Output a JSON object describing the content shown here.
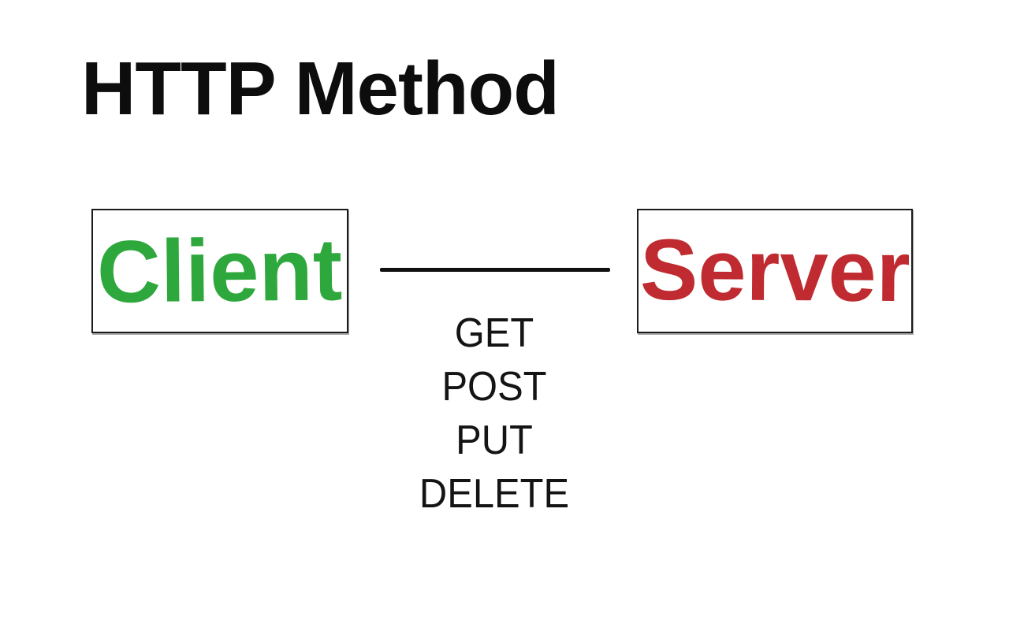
{
  "title": "HTTP Method",
  "diagram": {
    "client": {
      "label": "Client",
      "color": "#2EA83C"
    },
    "server": {
      "label": "Server",
      "color": "#BF2B30"
    },
    "connector": {
      "style": "solid-line",
      "color": "#101010"
    },
    "methods": [
      "GET",
      "POST",
      "PUT",
      "DELETE"
    ],
    "text_color": "#0d0d0d",
    "background_color": "#ffffff",
    "box_border_color": "#1b1b1b"
  }
}
